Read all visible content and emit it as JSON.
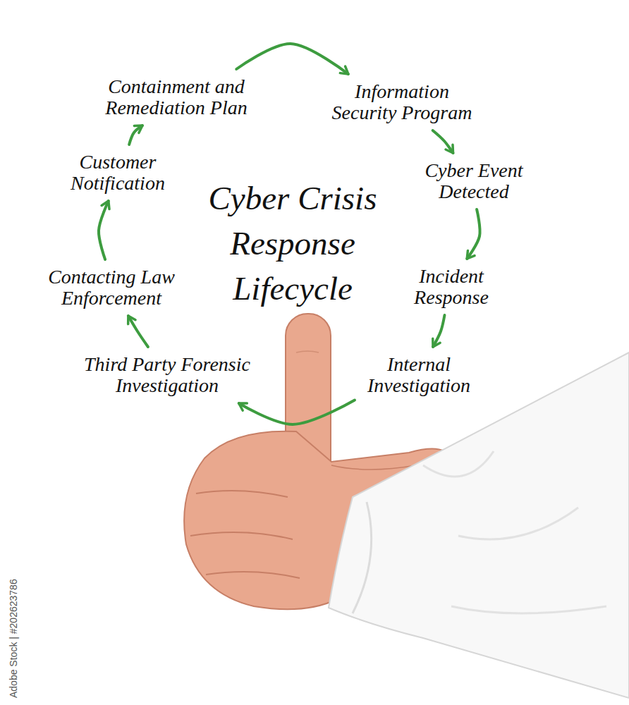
{
  "diagram": {
    "title": "Cyber Crisis Response Lifecycle",
    "nodes": [
      {
        "text": [
          "Information Security Program"
        ]
      },
      {
        "text": [
          "Cyber Event Detected"
        ]
      },
      {
        "text": [
          "Incident Response"
        ]
      },
      {
        "text": [
          "Internal Investigation"
        ]
      },
      {
        "text": [
          "Third Party Forensic Investigation"
        ]
      },
      {
        "text": [
          "Contacting Law Enforcement"
        ]
      },
      {
        "text": [
          "Customer Notification"
        ]
      },
      {
        "text": [
          "Containment and Remediation Plan"
        ]
      }
    ],
    "edges": [
      {
        "from": 0,
        "to": 1,
        "arrow": "to"
      },
      {
        "from": 1,
        "to": 2,
        "arrow": "to"
      },
      {
        "from": 2,
        "to": 3,
        "arrow": "to"
      },
      {
        "from": 3,
        "to": 4,
        "arrow": "to"
      },
      {
        "from": 4,
        "to": 5,
        "arrow": "to"
      },
      {
        "from": 5,
        "to": 6,
        "arrow": "to"
      },
      {
        "from": 6,
        "to": 7,
        "arrow": "to"
      },
      {
        "from": 7,
        "to": 0,
        "arrow": "to"
      }
    ],
    "labels": [
      "Adobe Stock | #202623786"
    ]
  }
}
